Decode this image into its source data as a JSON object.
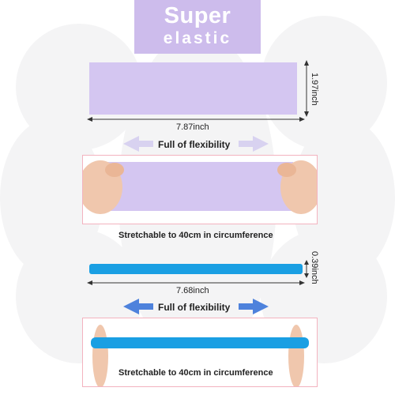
{
  "badge": {
    "title": "Super",
    "subtitle": "elastic"
  },
  "purple_section": {
    "height_label": "1.97inch",
    "width_label": "7.87inch",
    "flex_label": "Full of flexibility",
    "stretch_label": "Stretchable to 40cm in circumference"
  },
  "blue_section": {
    "height_label": "0.39inch",
    "width_label": "7.68inch",
    "flex_label": "Full of flexibility",
    "stretch_label": "Stretchable to 40cm in circumference"
  },
  "colors": {
    "badge": "#cdbcec",
    "purple_band": "#d4c6f1",
    "blue_band": "#1a9fe3",
    "arrow_light": "#d8d2f0",
    "arrow_blue": "#4e82dc",
    "frame": "#f3b3bf"
  }
}
